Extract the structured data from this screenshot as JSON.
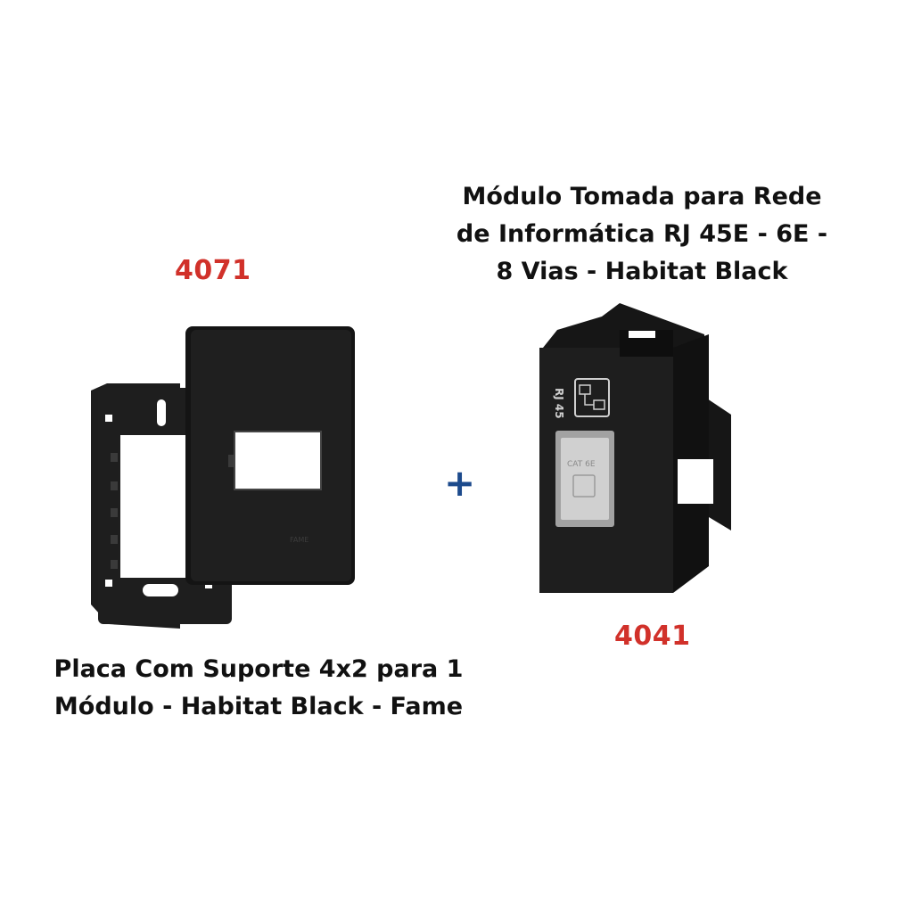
{
  "products": {
    "left": {
      "code": "4071",
      "title_lines": [
        "Placa Com Suporte 4x2 para 1",
        "Módulo - Habitat Black - Fame"
      ],
      "plate_mark": "FAME"
    },
    "right": {
      "code": "4041",
      "title_lines": [
        "Módulo Tomada para Rede",
        "de Informática RJ 45E - 6E -",
        "8 Vias - Habitat Black"
      ],
      "side_mark": "RJ 45",
      "cat_mark": "CAT 6E"
    }
  },
  "plus_sign": "+",
  "colors": {
    "code_red": "#d1312a",
    "plus_blue": "#1c4a8c",
    "product_black": "#1b1b1b"
  }
}
